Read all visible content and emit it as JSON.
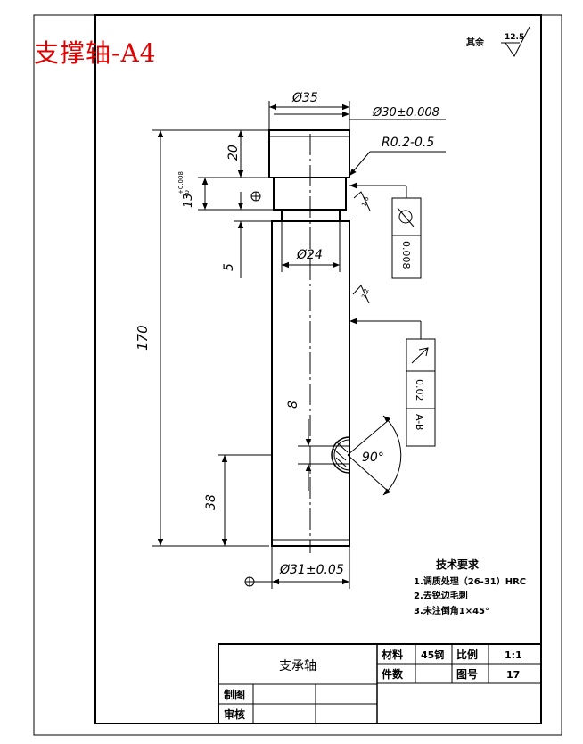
{
  "sheet_title": "支撑轴-A4",
  "surface_note": {
    "label": "其余",
    "roughness": "12.5"
  },
  "dimensions": {
    "d35": "Ø35",
    "d30": "Ø30±0.008",
    "r": "R0.2-0.5",
    "h20": "20",
    "h13": "13",
    "h13_tol_upper": "+0.008",
    "h13_tol_lower": "-0",
    "h5": "5",
    "d24": "Ø24",
    "l170": "170",
    "h8": "8",
    "h38": "38",
    "angle": "90°",
    "d31": "Ø31±0.05",
    "rough_a": "1.6",
    "rough_b": "3.2"
  },
  "tolerance_frames": [
    {
      "value": "0.008"
    },
    {
      "value": "0.02",
      "datum": "A-B"
    }
  ],
  "tech_requirements": {
    "heading": "技术要求",
    "items": [
      "1.调质处理（26-31）HRC",
      "2.去锐边毛刺",
      "3.未注倒角1×45°"
    ]
  },
  "title_block": {
    "part_name": "支承轴",
    "material_label": "材料",
    "material_value": "45钢",
    "scale_label": "比例",
    "scale_value": "1:1",
    "qty_label": "件数",
    "qty_value": "",
    "drawing_no_label": "图号",
    "drawing_no_value": "17",
    "drawn_label": "制图",
    "checked_label": "审核"
  }
}
